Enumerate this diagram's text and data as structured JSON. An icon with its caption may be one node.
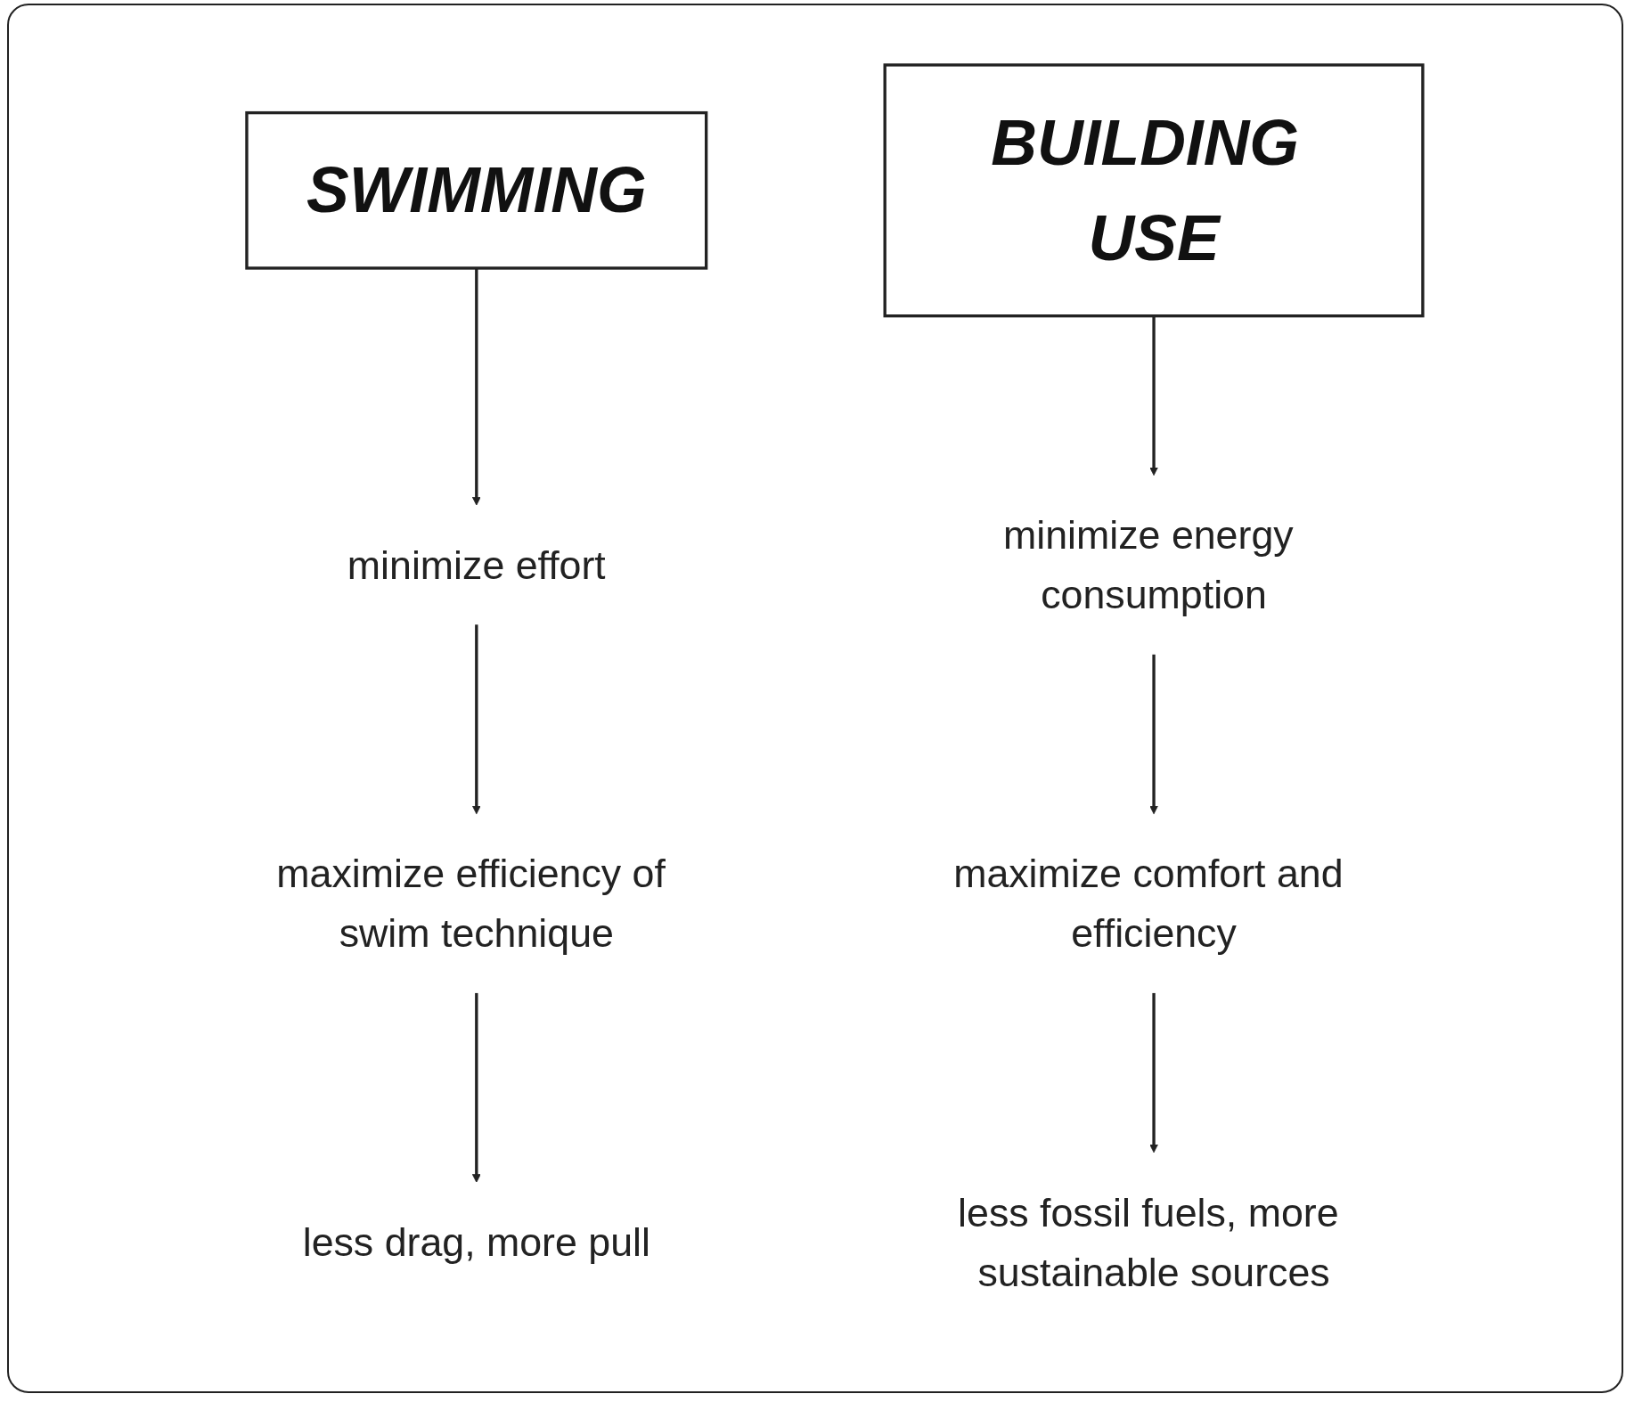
{
  "diagram": {
    "nodes": [
      {
        "text": [
          "SWIMMING"
        ]
      },
      {
        "text": [
          "minimize effort"
        ]
      },
      {
        "text": [
          "maximize efficiency of swim technique"
        ]
      },
      {
        "text": [
          "less drag, more pull"
        ]
      },
      {
        "text": [
          "BUILDING USE"
        ]
      },
      {
        "text": [
          "minimize energy consumption"
        ]
      },
      {
        "text": [
          "maximize comfort and efficiency"
        ]
      },
      {
        "text": [
          "less fossil fuels, more sustainable sources"
        ]
      }
    ],
    "edges": [
      {
        "from": 0,
        "to": 1,
        "arrow": "to"
      },
      {
        "from": 1,
        "to": 2,
        "arrow": "to"
      },
      {
        "from": 2,
        "to": 3,
        "arrow": "to"
      },
      {
        "from": 4,
        "to": 5,
        "arrow": "to"
      },
      {
        "from": 5,
        "to": 6,
        "arrow": "to"
      },
      {
        "from": 6,
        "to": 7,
        "arrow": "to"
      }
    ]
  }
}
